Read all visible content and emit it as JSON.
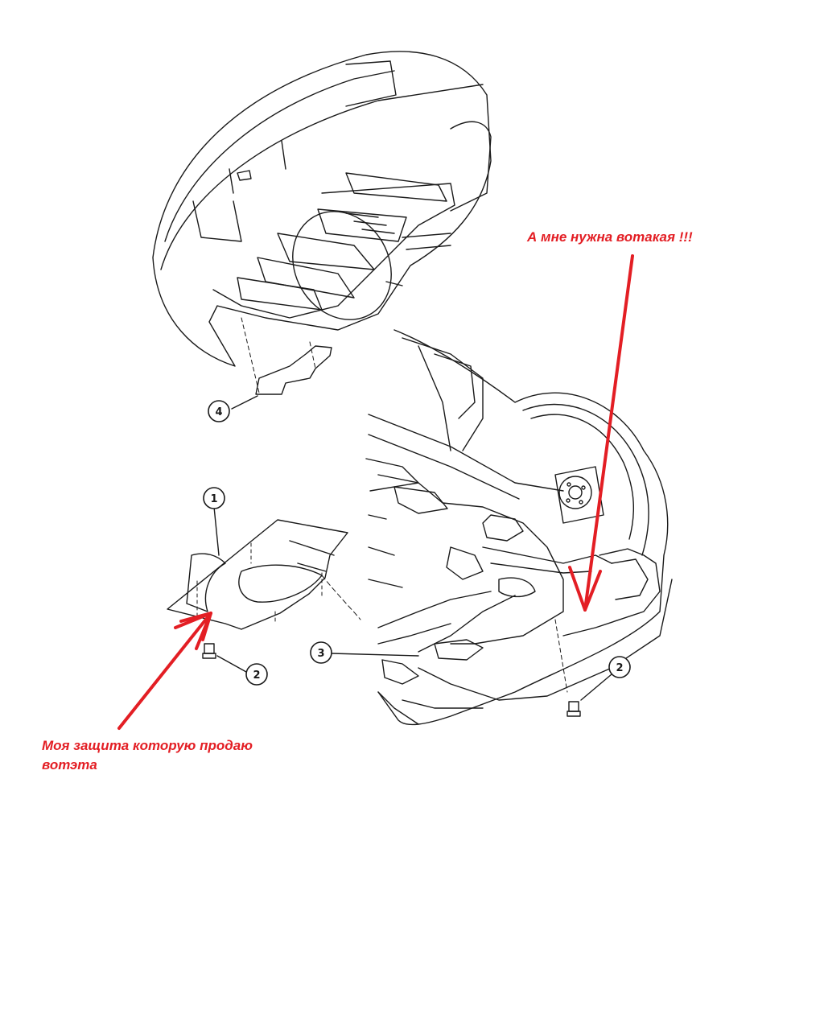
{
  "annotations": {
    "left_line1": "Моя защита которую продаю",
    "left_line2": "вотэта",
    "right": "А мне нужна вотакая !!!",
    "color": "#e31e24"
  },
  "callouts": {
    "c1": "1",
    "c2_left": "2",
    "c2_right": "2",
    "c3": "3",
    "c4": "4"
  },
  "colors": {
    "line": "#1a1a1a",
    "paper": "#ffffff",
    "arrow": "#e31e24"
  },
  "icons": [
    "red-arrow-icon",
    "bolt-icon"
  ]
}
